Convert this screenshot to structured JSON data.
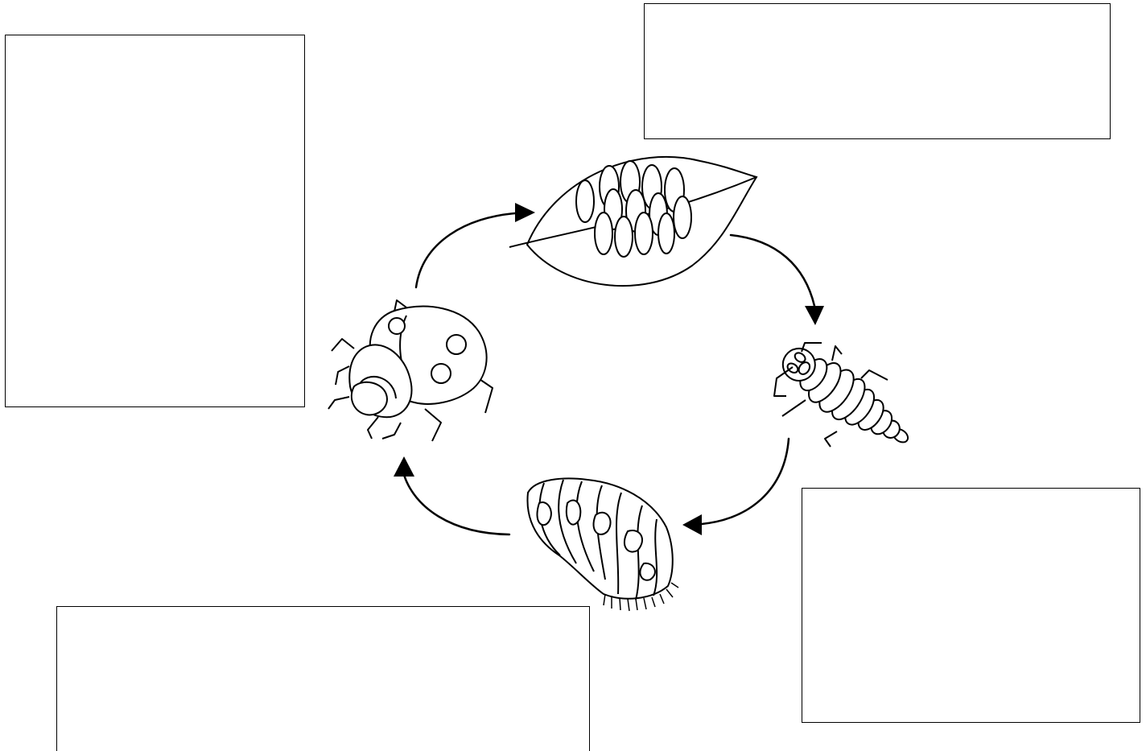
{
  "diagram": {
    "stages": [
      {
        "name": "egg-cluster-on-leaf-illustration"
      },
      {
        "name": "larva-illustration"
      },
      {
        "name": "pupa-illustration"
      },
      {
        "name": "adult-ladybug-illustration"
      }
    ],
    "label_boxes": [
      {
        "name": "label-box-top-left",
        "text": ""
      },
      {
        "name": "label-box-top-right",
        "text": ""
      },
      {
        "name": "label-box-bottom-right",
        "text": ""
      },
      {
        "name": "label-box-bottom-left",
        "text": ""
      }
    ],
    "line_color": "#000000",
    "background_color": "#ffffff"
  }
}
